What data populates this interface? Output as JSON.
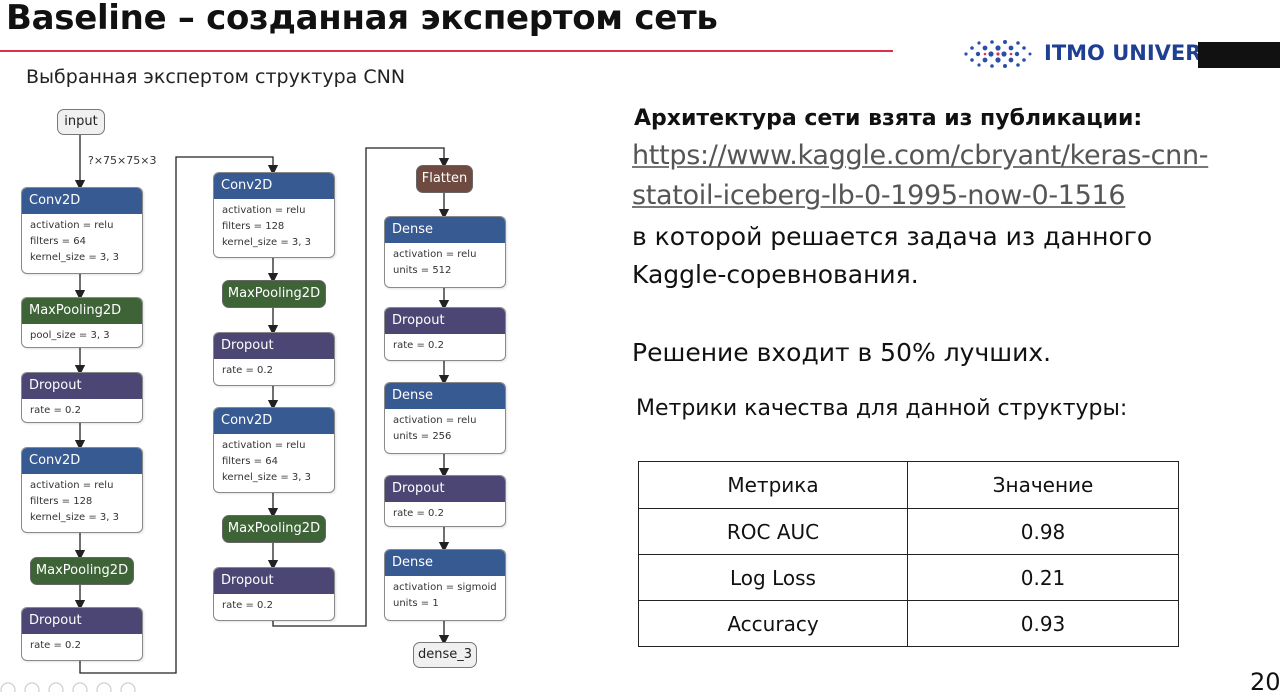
{
  "slide": {
    "title": "Baseline – созданная экспертом сеть",
    "subtitle": "Выбранная экспертом структура CNN",
    "logo_text": "ITMO UNIVERS",
    "page_number": "20"
  },
  "diagram": {
    "input_label": "input",
    "input_shape": "?×75×75×3",
    "output_label": "dense_3",
    "columns": [
      [
        {
          "type": "Conv2D",
          "params": [
            "activation = relu",
            "filters = 64",
            "kernel_size = 3, 3"
          ]
        },
        {
          "type": "MaxPooling2D",
          "params": [
            "pool_size = 3, 3"
          ]
        },
        {
          "type": "Dropout",
          "params": [
            "rate = 0.2"
          ]
        },
        {
          "type": "Conv2D",
          "params": [
            "activation = relu",
            "filters = 128",
            "kernel_size = 3, 3"
          ]
        },
        {
          "type": "MaxPooling2D",
          "params": []
        },
        {
          "type": "Dropout",
          "params": [
            "rate = 0.2"
          ]
        }
      ],
      [
        {
          "type": "Conv2D",
          "params": [
            "activation = relu",
            "filters = 128",
            "kernel_size = 3, 3"
          ]
        },
        {
          "type": "MaxPooling2D",
          "params": []
        },
        {
          "type": "Dropout",
          "params": [
            "rate = 0.2"
          ]
        },
        {
          "type": "Conv2D",
          "params": [
            "activation = relu",
            "filters = 64",
            "kernel_size = 3, 3"
          ]
        },
        {
          "type": "MaxPooling2D",
          "params": []
        },
        {
          "type": "Dropout",
          "params": [
            "rate = 0.2"
          ]
        }
      ],
      [
        {
          "type": "Flatten",
          "params": []
        },
        {
          "type": "Dense",
          "params": [
            "activation = relu",
            "units = 512"
          ]
        },
        {
          "type": "Dropout",
          "params": [
            "rate = 0.2"
          ]
        },
        {
          "type": "Dense",
          "params": [
            "activation = relu",
            "units = 256"
          ]
        },
        {
          "type": "Dropout",
          "params": [
            "rate = 0.2"
          ]
        },
        {
          "type": "Dense",
          "params": [
            "activation = sigmoid",
            "units = 1"
          ]
        }
      ]
    ]
  },
  "info": {
    "arch_heading": "Архитектура сети взята из публикации:",
    "url_line1": "https://www.kaggle.com/cbryant/keras-cnn-",
    "url_line2": "statoil-iceberg-lb-0-1995-now-0-1516",
    "desc_line1": "в которой решается задача из данного",
    "desc_line2": "Kaggle-соревнования.",
    "result": "Решение входит в 50% лучших.",
    "metrics_heading": "Метрики качества для данной структуры:"
  },
  "metrics_table": {
    "headers": [
      "Метрика",
      "Значение"
    ],
    "rows": [
      [
        "ROC AUC",
        "0.98"
      ],
      [
        "Log Loss",
        "0.21"
      ],
      [
        "Accuracy",
        "0.93"
      ]
    ]
  }
}
